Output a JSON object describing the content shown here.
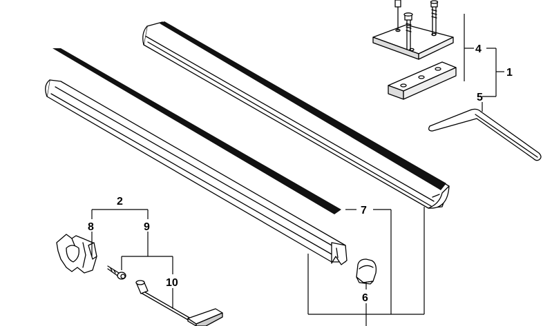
{
  "diagram": {
    "type": "exploded-parts-view",
    "callouts": {
      "c1": "1",
      "c2": "2",
      "c4": "4",
      "c5": "5",
      "c6": "6",
      "c7": "7",
      "c8": "8",
      "c9": "9",
      "c10": "10"
    }
  }
}
